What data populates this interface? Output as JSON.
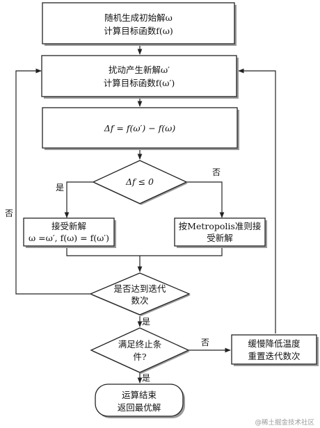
{
  "nodes": {
    "init": {
      "line1": "随机生成初始解ω",
      "line2": "计算目标函数f(ω)"
    },
    "perturb": {
      "line1": "扰动产生新解ω′",
      "line2": "计算目标函数f(ω′)"
    },
    "delta": {
      "text": "Δf = f(ω′) − f(ω)"
    },
    "decision_delta": {
      "text": "Δf ≤ 0"
    },
    "accept": {
      "line1": "接受新解",
      "line2": "ω =ω′, f(ω) = f(ω′)"
    },
    "metropolis": {
      "line1": "按Metropolis准则接",
      "line2": "受新解"
    },
    "decision_iter": {
      "line1": "是否达到迭代",
      "line2": "数次"
    },
    "decision_stop": {
      "line1": "满足终止条",
      "line2": "件?"
    },
    "cooling": {
      "line1": "缓慢降低温度",
      "line2": "重置迭代数次"
    },
    "end": {
      "line1": "运算结束",
      "line2": "返回最优解"
    }
  },
  "edge_labels": {
    "yes_left": "是",
    "no_right": "否",
    "no_loop_left": "否",
    "yes_iter": "是",
    "no_stop": "否",
    "yes_stop": "是"
  },
  "watermark": "@稀土掘金技术社区"
}
